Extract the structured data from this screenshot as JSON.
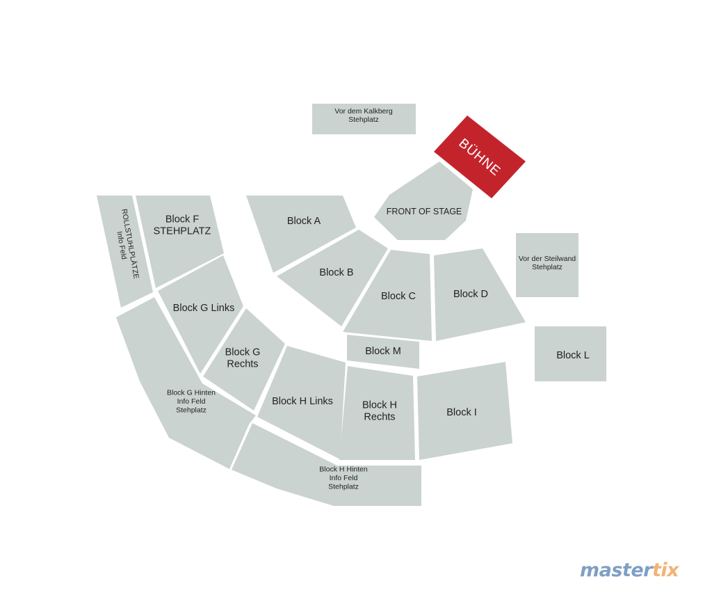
{
  "colors": {
    "block": "#cad3cf",
    "stage": "#c3242b",
    "stage_text": "#ffffff",
    "label_text": "#222222",
    "brand_master": "#7f9fc4",
    "brand_tix": "#f3b275"
  },
  "map": {
    "stage": {
      "lines": [
        "BÜHNE"
      ]
    },
    "front_of_stage": {
      "lines": [
        "FRONT OF STAGE"
      ]
    },
    "vor_dem_kalkberg": {
      "lines": [
        "Vor dem Kalkberg",
        "Stehplatz"
      ]
    },
    "vor_der_steilwand": {
      "lines": [
        "Vor der Steilwand",
        "Stehplatz"
      ]
    },
    "rollstuhlplaetze": {
      "lines": [
        "ROLLSTUHLPLÄTZE",
        "Info Feld"
      ]
    },
    "block_a": {
      "lines": [
        "Block A"
      ]
    },
    "block_b": {
      "lines": [
        "Block B"
      ]
    },
    "block_c": {
      "lines": [
        "Block C"
      ]
    },
    "block_d": {
      "lines": [
        "Block D"
      ]
    },
    "block_f": {
      "lines": [
        "Block F",
        "STEHPLATZ"
      ]
    },
    "block_g_links": {
      "lines": [
        "Block G Links"
      ]
    },
    "block_g_rechts": {
      "lines": [
        "Block G",
        "Rechts"
      ]
    },
    "block_g_hinten": {
      "lines": [
        "Block G Hinten",
        "Info Feld",
        "Stehplatz"
      ]
    },
    "block_h_links": {
      "lines": [
        "Block H Links"
      ]
    },
    "block_h_rechts": {
      "lines": [
        "Block H",
        "Rechts"
      ]
    },
    "block_h_hinten": {
      "lines": [
        "Block H Hinten",
        "Info Feld",
        "Stehplatz"
      ]
    },
    "block_i": {
      "lines": [
        "Block I"
      ]
    },
    "block_l": {
      "lines": [
        "Block L"
      ]
    },
    "block_m": {
      "lines": [
        "Block M"
      ]
    }
  },
  "brand": {
    "part1": "master",
    "part2": "tix"
  }
}
